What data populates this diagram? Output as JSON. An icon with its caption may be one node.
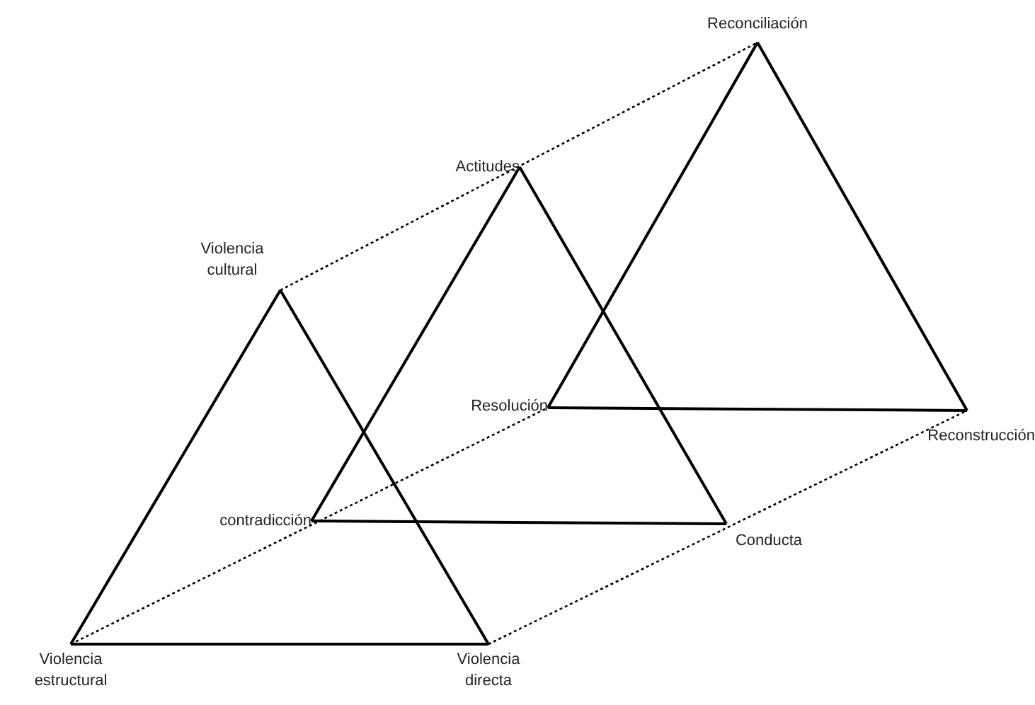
{
  "diagram": {
    "nodes": [
      {
        "text": [
          "Violencia cultural"
        ]
      },
      {
        "text": [
          "Violencia estructural"
        ]
      },
      {
        "text": [
          "Violencia directa"
        ]
      },
      {
        "text": [
          "Actitudes"
        ]
      },
      {
        "text": [
          "contradicción"
        ]
      },
      {
        "text": [
          "Conducta"
        ]
      },
      {
        "text": [
          "Reconciliación"
        ]
      },
      {
        "text": [
          "Resolución"
        ]
      },
      {
        "text": [
          "Reconstrucción"
        ]
      }
    ],
    "edges": [
      {
        "from": 0,
        "to": 1,
        "arrow": "none"
      },
      {
        "from": 0,
        "to": 2,
        "arrow": "none"
      },
      {
        "from": 1,
        "to": 2,
        "arrow": "none"
      },
      {
        "from": 3,
        "to": 4,
        "arrow": "none"
      },
      {
        "from": 3,
        "to": 5,
        "arrow": "none"
      },
      {
        "from": 4,
        "to": 5,
        "arrow": "none"
      },
      {
        "from": 6,
        "to": 7,
        "arrow": "none"
      },
      {
        "from": 6,
        "to": 8,
        "arrow": "none"
      },
      {
        "from": 7,
        "to": 8,
        "arrow": "none"
      },
      {
        "from": 0,
        "to": 6,
        "arrow": "none",
        "style": "dashed"
      },
      {
        "from": 1,
        "to": 7,
        "arrow": "none",
        "style": "dashed"
      },
      {
        "from": 2,
        "to": 8,
        "arrow": "none",
        "style": "dashed"
      }
    ]
  }
}
